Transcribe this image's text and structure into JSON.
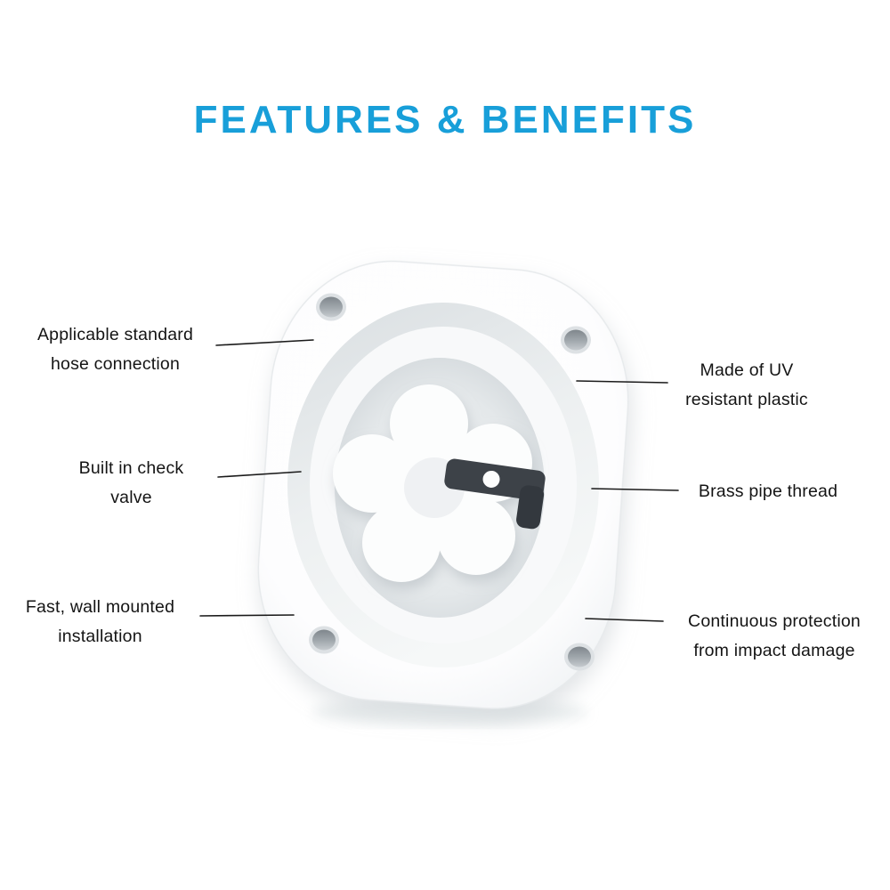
{
  "title": "FEATURES & BENEFITS",
  "accent_color": "#189fd9",
  "callouts": [
    {
      "id": "hose-connection",
      "side": "left",
      "label": "Applicable standard\nhose connection"
    },
    {
      "id": "check-valve",
      "side": "left",
      "label": "Built in check\nvalve"
    },
    {
      "id": "wall-mount",
      "side": "left",
      "label": "Fast, wall mounted\ninstallation"
    },
    {
      "id": "uv-plastic",
      "side": "right",
      "label": "Made of UV\nresistant plastic"
    },
    {
      "id": "brass-thread",
      "side": "right",
      "label": "Brass pipe thread"
    },
    {
      "id": "impact-protection",
      "side": "right",
      "label": "Continuous protection\nfrom impact damage"
    }
  ]
}
